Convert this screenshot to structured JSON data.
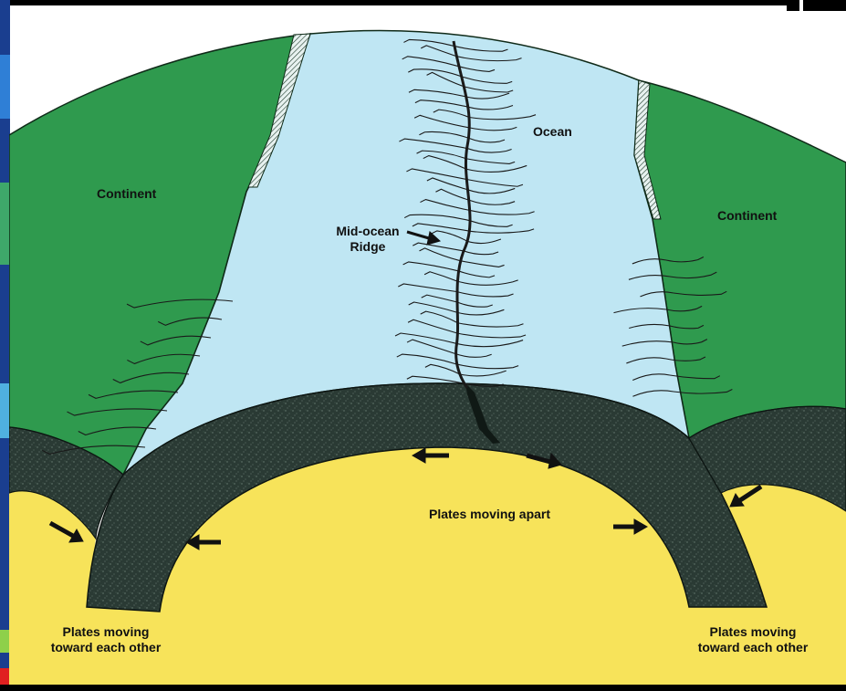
{
  "labels": {
    "ocean": "Ocean",
    "continent_left": "Continent",
    "continent_right": "Continent",
    "ridge_line1": "Mid-ocean",
    "ridge_line2": "Ridge",
    "apart": "Plates moving apart",
    "toward_left_line1": "Plates moving",
    "toward_left_line2": "toward each other",
    "toward_right_line1": "Plates moving",
    "toward_right_line2": "toward each other"
  },
  "colors": {
    "ocean": "#bfe6f3",
    "continent": "#2f9a4e",
    "plate": "#2a3a34",
    "mantle": "#f7e35a",
    "frame": "#000000",
    "background": "#ffffff"
  }
}
